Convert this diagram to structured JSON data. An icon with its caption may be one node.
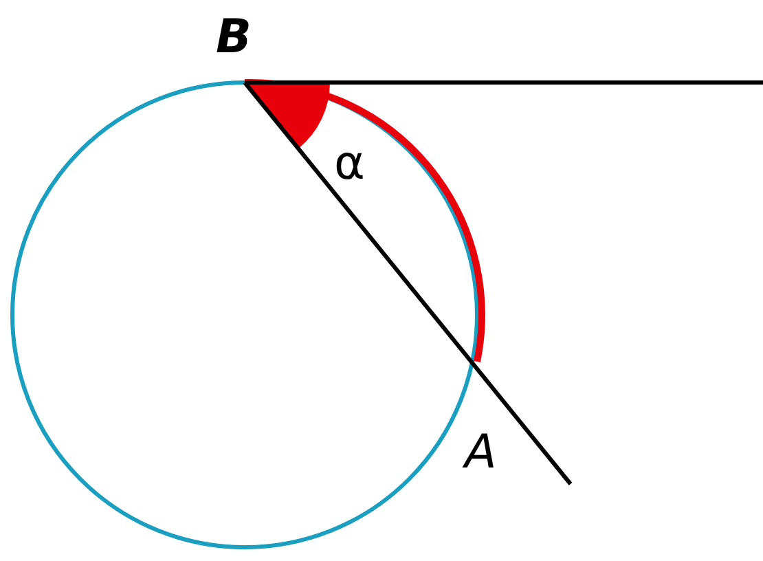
{
  "diagram": {
    "labels": [
      "B",
      "α",
      "A"
    ]
  }
}
